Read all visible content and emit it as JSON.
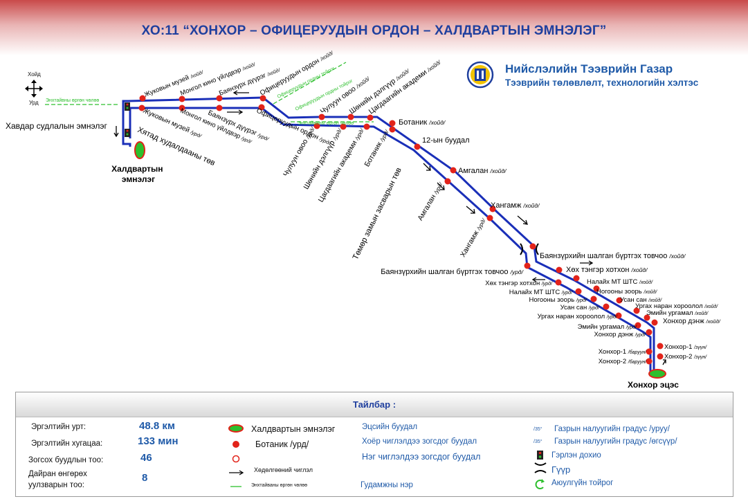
{
  "route_title": "ХО:11 “ХОНХОР – ОФИЦЕРУУДЫН ОРДОН – ХАЛДВАРТЫН ЭМНЭЛЭГ”",
  "organization": {
    "name": "Нийслэлийн Тээврийн Газар",
    "department": "Тээврийн төлөвлөлт, технологийн хэлтэс"
  },
  "compass": {
    "north": "Хойд",
    "south": "Урд"
  },
  "terminals": {
    "start": [
      "Халдвартын",
      "эмнэлэг"
    ],
    "end": "Хонхор эцэс"
  },
  "map_labels": {
    "khavdar": "Хавдар судлалын эмнэлэг",
    "khyatad": "Хятад худалдааны төв",
    "tomor_zam": "Төмөр замын засварын төв",
    "encircle_top": "Энхтайвны өргөн чөлөө",
    "encircle_mid": "Энхтайваны өргөн чөлөө",
    "officer_st1": "Офицеруудын ордны тойрог",
    "officer_st2": "Офицеруудын ордны тойрог"
  },
  "stops_north": [
    {
      "name": "Жуковын музей",
      "dir": "/хойд/"
    },
    {
      "name": "Монгол кино үйлдвэр",
      "dir": "/хойд/"
    },
    {
      "name": "Баянзүрх дүүрэг",
      "dir": "/хойд/"
    },
    {
      "name": "Офицеруудын ордон",
      "dir": "/хойд/"
    },
    {
      "name": "Чулуун овоо",
      "dir": "/хойд/"
    },
    {
      "name": "Шөнийн дэлгүүр",
      "dir": "/хойд/"
    },
    {
      "name": "Цагдаагийн академи",
      "dir": "/хойд/"
    },
    {
      "name": "Ботаник",
      "dir": "/хойд/"
    },
    {
      "name": "12-ын буудал",
      "dir": ""
    },
    {
      "name": "Амгалан",
      "dir": "/хойд/"
    },
    {
      "name": "Хангамж",
      "dir": "/хойд/"
    },
    {
      "name": "Баянзүрхийн шалган бүртгэх товчоо",
      "dir": "/хойд/"
    },
    {
      "name": "Хөх тэнгэр хотхон",
      "dir": "/хойд/"
    },
    {
      "name": "Налайх МТ ШТС",
      "dir": "/хойд/"
    },
    {
      "name": "Ногооны зоорь",
      "dir": "/хойд/"
    },
    {
      "name": "Усан сан",
      "dir": "/хойд/"
    },
    {
      "name": "Ургах наран хороолол",
      "dir": "/хойд/"
    },
    {
      "name": "Эмийн ургамал",
      "dir": "/хойд/"
    },
    {
      "name": "Хонхор дэнж",
      "dir": "/хойд/"
    },
    {
      "name": "Хонхор-1",
      "dir": "/зүүн/"
    },
    {
      "name": "Хонхор-2",
      "dir": "/зүүн/"
    }
  ],
  "stops_south": [
    {
      "name": "Жуковын музей",
      "dir": "/урд/"
    },
    {
      "name": "Монгол кино үйлдвэр",
      "dir": "/урд/"
    },
    {
      "name": "Баянзүрх дүүрэг",
      "dir": "/урд/"
    },
    {
      "name": "Офицеруудын ордон",
      "dir": "/урд/"
    },
    {
      "name": "Чулуун овоо",
      "dir": "/урд/"
    },
    {
      "name": "Шөнийн дэлгүүр",
      "dir": "/урд/"
    },
    {
      "name": "Цагдаагийн академи",
      "dir": "/урд/"
    },
    {
      "name": "Ботаник",
      "dir": "/урд/"
    },
    {
      "name": "Амгалан",
      "dir": "/урд/"
    },
    {
      "name": "Хангамж",
      "dir": "/урд/"
    },
    {
      "name": "Баянзүрхийн шалган бүртгэх товчоо",
      "dir": "/урд/"
    },
    {
      "name": "Хөх тэнгэр хотхон",
      "dir": "/урд/"
    },
    {
      "name": "Налайх МТ ШТС",
      "dir": "/урд/"
    },
    {
      "name": "Ногооны зоорь",
      "dir": "/урд/"
    },
    {
      "name": "Усан сан",
      "dir": "/урд/"
    },
    {
      "name": "Ургах наран хороолол",
      "dir": "/урд/"
    },
    {
      "name": "Эмийн ургамал",
      "dir": "/урд/"
    },
    {
      "name": "Хонхор дэнж",
      "dir": "/урд/"
    },
    {
      "name": "Хонхор-1",
      "dir": "/баруун/"
    },
    {
      "name": "Хонхор-2",
      "dir": "/баруун/"
    }
  ],
  "legend": {
    "title": "Тайлбар :",
    "stats": [
      {
        "label": "Эргэлтийн урт:",
        "value": "48.8 км"
      },
      {
        "label": "Эргэлтийн хугацаа:",
        "value": "133 мин"
      },
      {
        "label": "Зогсох буудлын тоо:",
        "value": "46"
      },
      {
        "label_line1": "Дайран өнгөрөх",
        "label_line2": "уулзварын тоо:",
        "value": "8"
      }
    ],
    "items": {
      "hospital": "Халдвартын эмнэлэг",
      "stop_example": "Ботаник /урд/",
      "direction": "Хөдөлгөөний чиглэл",
      "street_example": "Энхтайваны өргөн чөлөө",
      "terminal_stop": "Эцсийн буудал",
      "two_way_stop": "Хоёр чиглэлдээ зогсдог буудал",
      "one_way_stop": "Нэг чиглэлдээ зогсдог буудал",
      "street_name": "Гудамжны нэр",
      "slope_up": "Газрын налуугийн градус /өгсүүр/",
      "slope_down": "Газрын налуугийн градус /уруу/",
      "slope_value": "/35°",
      "traffic_light": "Гэрлэн дохио",
      "bridge": "Гүүр",
      "roundabout": "Аюулгүйн тойрог"
    }
  },
  "colors": {
    "route": "#1a2fb8",
    "stop": "#e2231a",
    "street": "#2dbf2d",
    "hospital": "#2dbf2d",
    "text_blue": "#1f5aa8"
  }
}
